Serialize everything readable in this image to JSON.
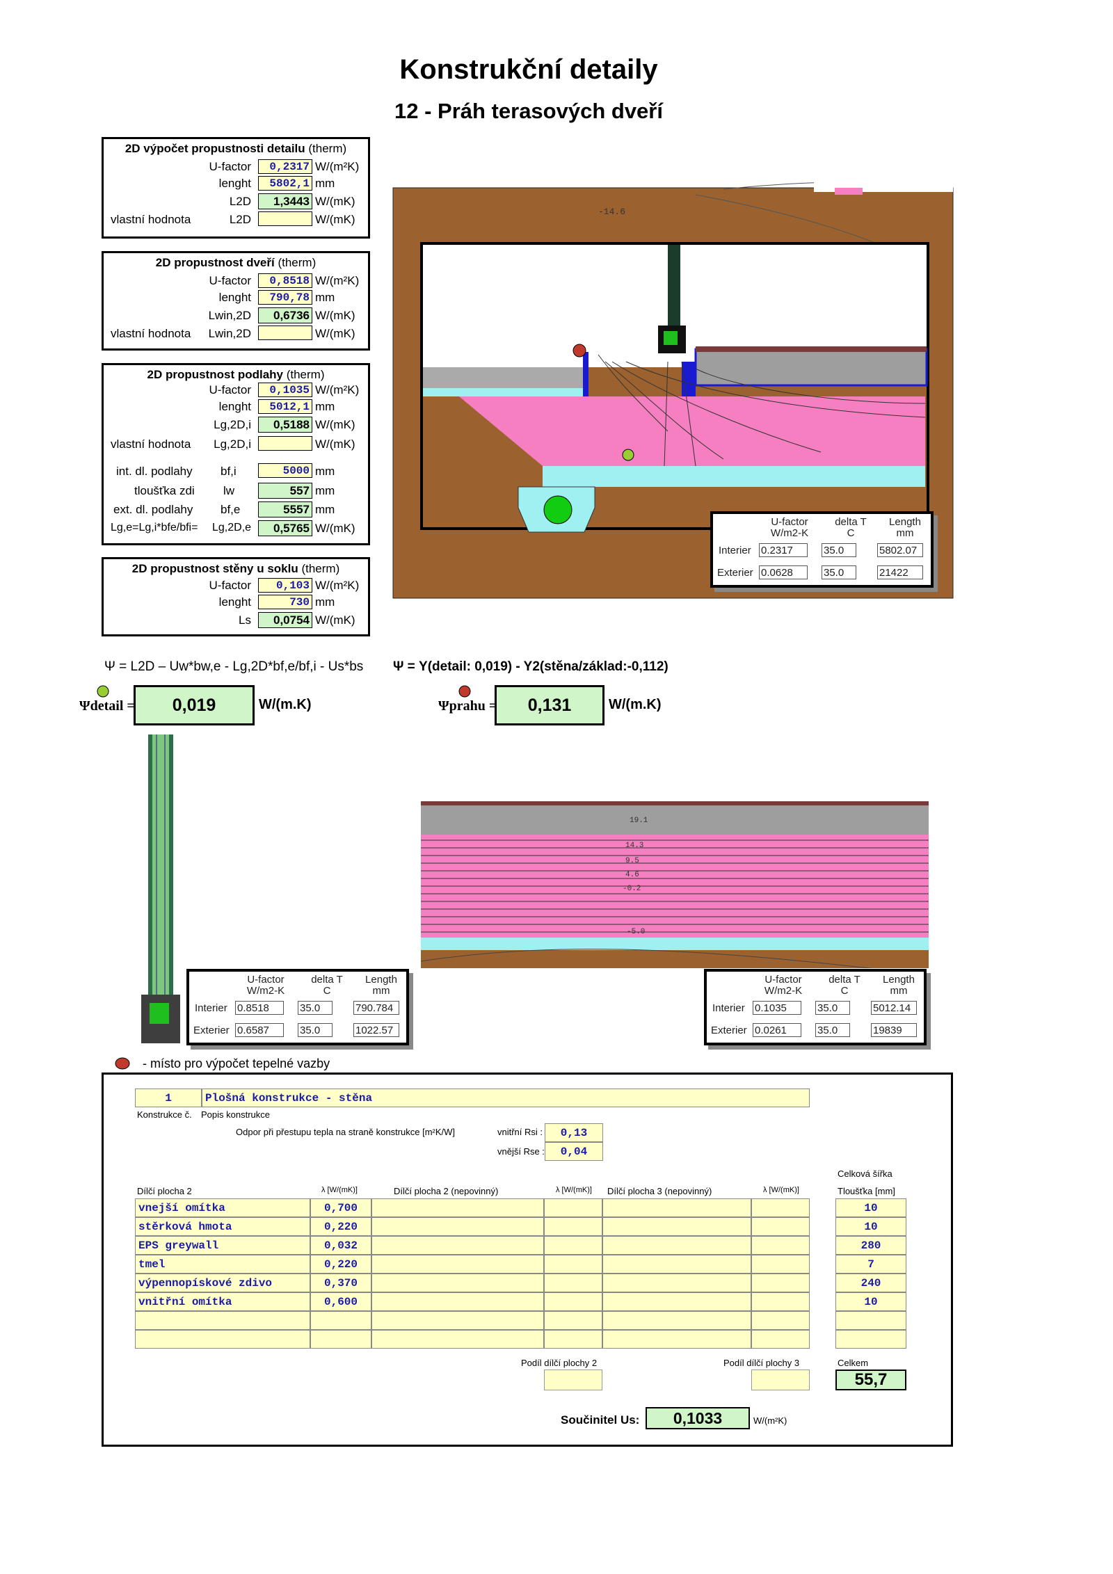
{
  "title": "Konstrukční detaily",
  "subtitle": "12 - Práh terasových dveří",
  "panel1": {
    "title_bold": "2D výpočet propustnosti detailu",
    "title_rest": " (therm)",
    "ufactor_label": "U-factor",
    "ufactor": "0,2317",
    "ufactor_unit": "W/(m²K)",
    "length_label": "lenght",
    "length": "5802,1",
    "length_unit": "mm",
    "l2d_label": "L2D",
    "l2d": "1,3443",
    "l2d_unit": "W/(mK)",
    "own_label": "vlastní hodnota",
    "own_sym": "L2D",
    "own_unit": "W/(mK)"
  },
  "panel2": {
    "title_bold": "2D propustnost dveří",
    "title_rest": "  (therm)",
    "ufactor_label": "U-factor",
    "ufactor": "0,8518",
    "ufactor_unit": "W/(m²K)",
    "length_label": "lenght",
    "length": "790,78",
    "length_unit": "mm",
    "l_label": "Lwin,2D",
    "l": "0,6736",
    "l_unit": "W/(mK)",
    "own_label": "vlastní hodnota",
    "own_sym": "Lwin,2D",
    "own_unit": "W/(mK)"
  },
  "panel3": {
    "title_bold": "2D propustnost podlahy",
    "title_rest": "  (therm)",
    "ufactor_label": "U-factor",
    "ufactor": "0,1035",
    "ufactor_unit": "W/(m²K)",
    "length_label": "lenght",
    "length": "5012,1",
    "length_unit": "mm",
    "l_label": "Lg,2D,i",
    "l": "0,5188",
    "l_unit": "W/(mK)",
    "own_label": "vlastní hodnota",
    "own_sym": "Lg,2D,i",
    "own_unit": "W/(mK)",
    "r1_label": "int. dl. podlahy",
    "r1_sym": "bf,i",
    "r1": "5000",
    "r1_unit": "mm",
    "r2_label": "tloušťka zdi",
    "r2_sym": "lw",
    "r2": "557",
    "r2_unit": "mm",
    "r3_label": "ext. dl. podlahy",
    "r3_sym": "bf,e",
    "r3": "5557",
    "r3_unit": "mm",
    "r4_label": "Lg,e=Lg,i*bfe/bfi=",
    "r4_sym": "Lg,2D,e",
    "r4": "0,5765",
    "r4_unit": "W/(mK)"
  },
  "panel4": {
    "title_bold": "2D propustnost stěny u soklu",
    "title_rest": " (therm)",
    "ufactor_label": "U-factor",
    "ufactor": "0,103",
    "ufactor_unit": "W/(m²K)",
    "length_label": "lenght",
    "length": "730",
    "length_unit": "mm",
    "l_label": "Ls",
    "l": "0,0754",
    "l_unit": "W/(mK)"
  },
  "formula_left": "Ψ = L2D – Uw*bw,e - Lg,2D*bf,e/bf,i - Us*bs",
  "formula_right": "Ψ = Y(detail: 0,019) - Y2(stěna/základ:-0,112)",
  "psi_detail": {
    "label": "Ψdetail =",
    "value": "0,019",
    "unit": "W/(m.K)"
  },
  "psi_prahu": {
    "label": "Ψprahu =",
    "value": "0,131",
    "unit": "W/(m.K)"
  },
  "ubox_headers": {
    "u": "U-factor",
    "u2": "W/m2-K",
    "dt": "delta T",
    "dt2": "C",
    "len": "Length",
    "len2": "mm",
    "int": "Interier",
    "ext": "Exterier"
  },
  "ubox_main": {
    "int_u": "0.2317",
    "int_dt": "35.0",
    "int_len": "5802.07",
    "ext_u": "0.0628",
    "ext_dt": "35.0",
    "ext_len": "21422"
  },
  "ubox_door": {
    "int_u": "0.8518",
    "int_dt": "35.0",
    "int_len": "790.784",
    "ext_u": "0.6587",
    "ext_dt": "35.0",
    "ext_len": "1022.57"
  },
  "ubox_floor": {
    "int_u": "0.1035",
    "int_dt": "35.0",
    "int_len": "5012.14",
    "ext_u": "0.0261",
    "ext_dt": "35.0",
    "ext_len": "19839"
  },
  "drawing_labels": {
    "main_iso1": "-14.6",
    "floor_iso": [
      "19.1",
      "14.3",
      "9.5",
      "4.6",
      "-0.2",
      "-5.0"
    ]
  },
  "legend": "- místo pro výpočet tepelné vazby",
  "construction": {
    "no": "1",
    "desc": "Plošná konstrukce - stěna",
    "no_label": "Konstrukce č.",
    "desc_label": "Popis konstrukce",
    "resist_label": "Odpor při přestupu tepla na straně konstrukce [m²K/W]",
    "rsi_label": "vnitřní Rsi :",
    "rsi": "0,13",
    "rse_label": "vnější Rse :",
    "rse": "0,04",
    "total_width_label": "Celková šířka",
    "col1": "Dílčí plocha 2",
    "col2": "λ [W/(mK)]",
    "col3": "Dílčí plocha 2 (nepovinný)",
    "col4": "λ [W/(mK)]",
    "col5": "Dílčí plocha 3 (nepovinný)",
    "col6": "λ [W/(mK)]",
    "col7": "Tloušťka [mm]",
    "layers": [
      {
        "name": "vnejší omítka",
        "lambda": "0,700",
        "t": "10"
      },
      {
        "name": "stěrková hmota",
        "lambda": "0,220",
        "t": "10"
      },
      {
        "name": "EPS greywall",
        "lambda": "0,032",
        "t": "280"
      },
      {
        "name": "tmel",
        "lambda": "0,220",
        "t": "7"
      },
      {
        "name": "výpennopískové zdivo",
        "lambda": "0,370",
        "t": "240"
      },
      {
        "name": "vnitřní omítka",
        "lambda": "0,600",
        "t": "10"
      }
    ],
    "share2_label": "Podíl dílčí plochy 2",
    "share3_label": "Podíl dílčí plochy 3",
    "total_label": "Celkem",
    "total": "55,7",
    "us_label": "Součinitel Us:",
    "us": "0,1033",
    "us_unit": "W/(m²K)"
  },
  "colors": {
    "soil": "#9b6230",
    "insulation": "#f57fc0",
    "gravel": "#9ff0f0",
    "concrete": "#9e9e9e",
    "green_cell": "#cff5c8",
    "yellow_cell": "#ffffc8",
    "blue_text": "#1a1aa8"
  }
}
